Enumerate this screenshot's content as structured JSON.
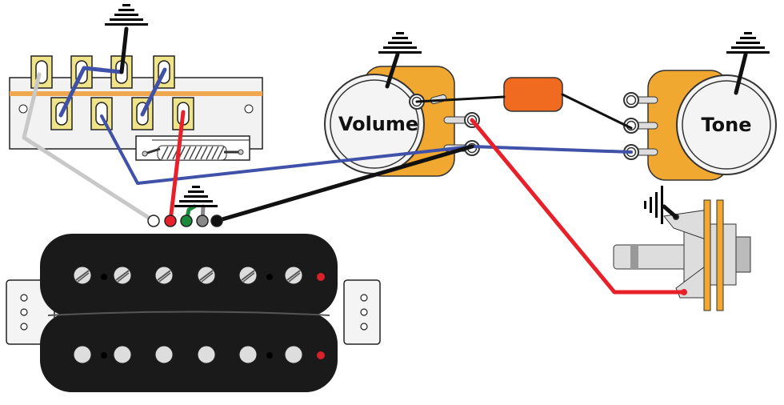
{
  "labels": {
    "volume": "Volume",
    "tone": "Tone"
  },
  "colors": {
    "wire_blue": "#3f51a8",
    "wire_red": "#e8202a",
    "wire_black": "#111111",
    "wire_gray": "#c8c8c8",
    "wire_green": "#1a8a3a",
    "pot_body": "#f0a830",
    "capacitor": "#f06a20",
    "switch_lug": "#efe48a",
    "pickup": "#1a1a1a"
  },
  "components": [
    "three-way-switch",
    "humbucker-pickup",
    "volume-pot",
    "tone-pot",
    "capacitor",
    "output-jack"
  ]
}
